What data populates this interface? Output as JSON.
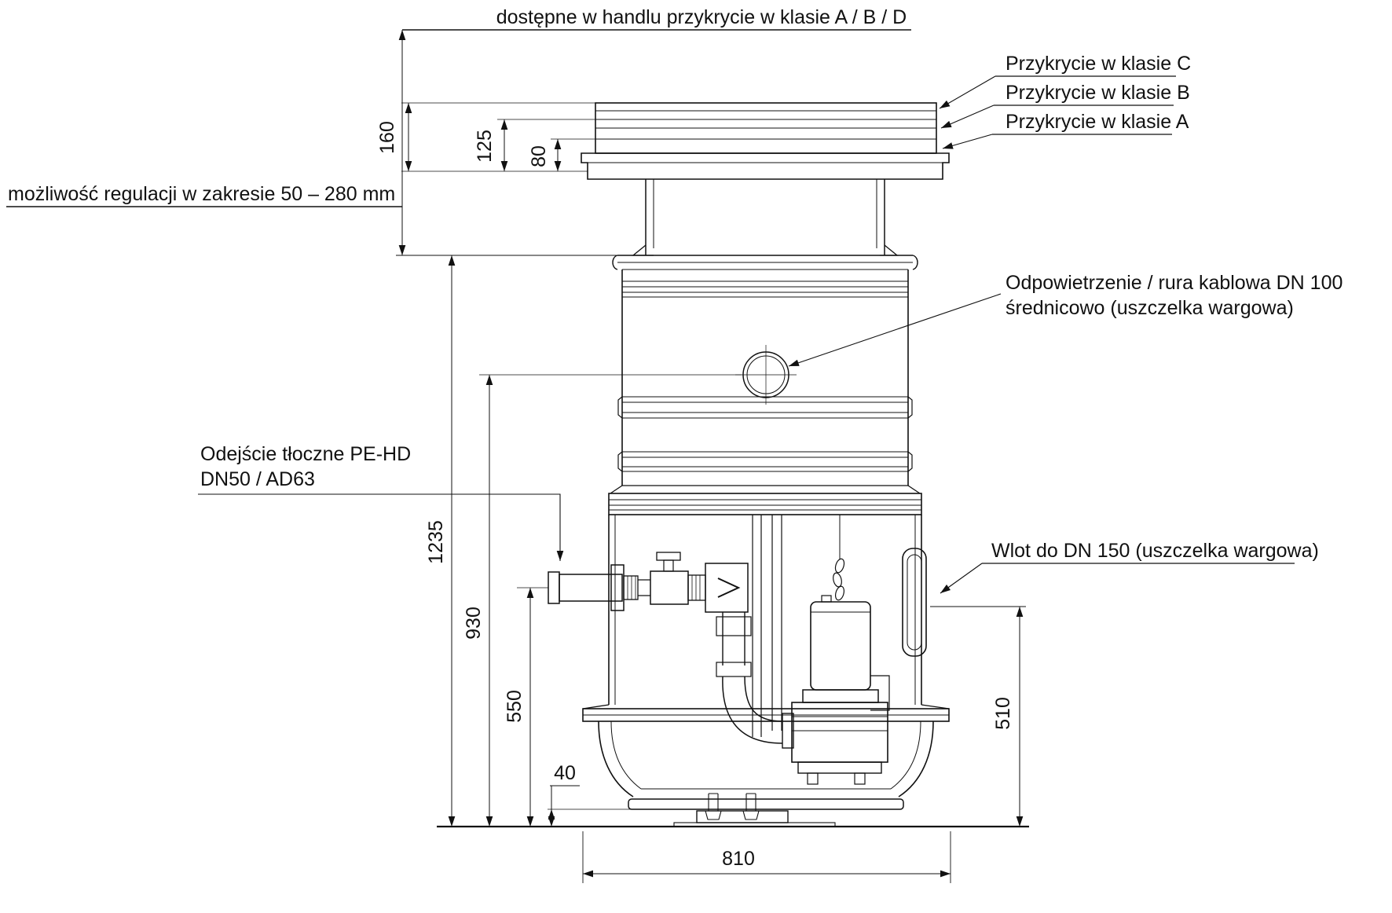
{
  "title_note": "dostępne w handlu przykrycie w klasie A / B / D",
  "covers": {
    "c": "Przykrycie w klasie C",
    "b": "Przykrycie w klasie B",
    "a": "Przykrycie w klasie A"
  },
  "notes": {
    "regulation": "możliwość regulacji w zakresie 50 – 280 mm",
    "vent1": "Odpowietrzenie / rura kablowa DN 100",
    "vent2": "średnicowo (uszczelka wargowa)",
    "outlet1": "Odejście tłoczne PE-HD",
    "outlet2": "DN50 / AD63",
    "inlet": "Wlot do DN 150 (uszczelka wargowa)"
  },
  "dims": {
    "d160": "160",
    "d125": "125",
    "d80": "80",
    "d1235": "1235",
    "d930": "930",
    "d550": "550",
    "d40": "40",
    "d810": "810",
    "d510": "510"
  },
  "line_color": "#111111",
  "background_color": "#ffffff"
}
